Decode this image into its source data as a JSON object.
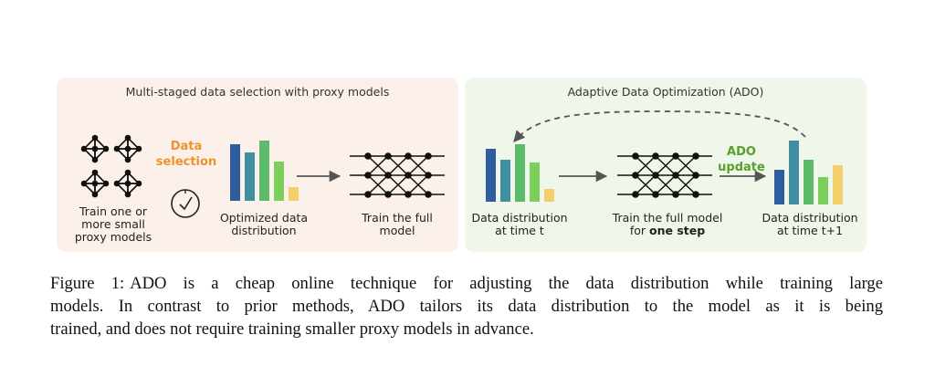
{
  "figure": {
    "left_panel": {
      "title": "Multi-staged data selection with proxy models",
      "proxy_label": [
        "Train one or",
        "more small",
        "proxy models"
      ],
      "selection_label": [
        "Data",
        "selection"
      ],
      "optimized_label": [
        "Optimized data",
        "distribution"
      ],
      "train_full_label": [
        "Train the full",
        "model"
      ]
    },
    "right_panel": {
      "title": "Adaptive Data Optimization (ADO)",
      "dist_t_label": [
        "Data distribution",
        "at time t"
      ],
      "train_step_label": [
        "Train the full model",
        "for",
        "one step"
      ],
      "update_label": [
        "ADO",
        "update"
      ],
      "dist_t1_label": [
        "Data distribution",
        "at time t+1"
      ]
    },
    "colors": {
      "left_panel_bg": "#fbf0ea",
      "right_panel_bg": "#eef7ea",
      "selection_accent": "#f0912d",
      "ado_accent": "#5a9e2c",
      "bar_colors": [
        "#2e5e9e",
        "#3f8fa0",
        "#5bbb6a",
        "#7ccf5a",
        "#f4cf6a"
      ]
    },
    "bar_charts": [
      {
        "name": "optimized-data-distribution",
        "values": [
          62,
          53,
          66,
          43,
          15
        ]
      },
      {
        "name": "data-distribution-t",
        "values": [
          58,
          46,
          63,
          43,
          14
        ]
      },
      {
        "name": "data-distribution-t1",
        "values": [
          38,
          70,
          49,
          30,
          43
        ]
      }
    ],
    "icons": [
      "proxy-network-icon",
      "clock-icon",
      "neural-network-icon",
      "arrow-icon",
      "dashed-loop-arrow-icon"
    ]
  },
  "caption": {
    "label": "Figure 1:",
    "lines": [
      "ADO is a cheap online technique for adjusting the data distribution while training large",
      "models.  In contrast to prior methods, ADO tailors its data distribution to the model as it is being",
      "trained, and does not require training smaller proxy models in advance."
    ]
  }
}
